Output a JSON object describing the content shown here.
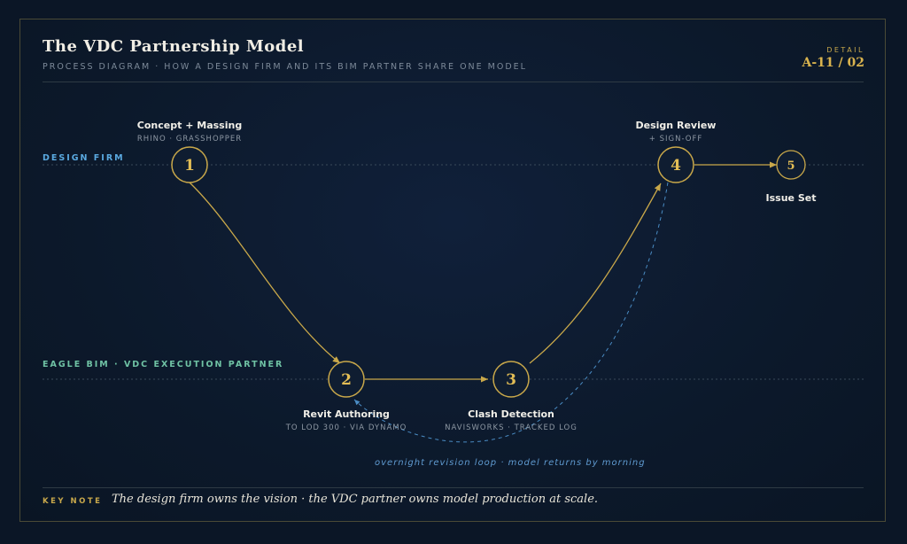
{
  "header": {
    "title": "The VDC Partnership Model",
    "subtitle": "PROCESS DIAGRAM · HOW A DESIGN FIRM AND ITS BIM PARTNER SHARE ONE MODEL",
    "detail_label": "DETAIL",
    "detail_code": "A-11 / 02"
  },
  "lanes": {
    "design_firm": "DESIGN FIRM",
    "partner": "EAGLE BIM · VDC EXECUTION PARTNER"
  },
  "nodes": [
    {
      "number": "1",
      "title": "Concept + Massing",
      "subtitle": "RHINO · GRASSHOPPER"
    },
    {
      "number": "2",
      "title": "Revit Authoring",
      "subtitle": "TO LOD 300 · VIA DYNAMO"
    },
    {
      "number": "3",
      "title": "Clash Detection",
      "subtitle": "NAVISWORKS · TRACKED LOG"
    },
    {
      "number": "4",
      "title": "Design Review",
      "subtitle": "+ SIGN-OFF"
    },
    {
      "number": "5",
      "title": "Issue Set",
      "subtitle": ""
    }
  ],
  "loop_note": "overnight revision loop · model returns by morning",
  "key_note": {
    "label": "KEY NOTE",
    "text": "The design firm owns the vision · the VDC partner owns model production at scale."
  },
  "colors": {
    "background": "#0b1626",
    "gold": "#c9a84a",
    "design_lane": "#5aa9e0",
    "partner_lane": "#6fc2a4",
    "loop": "#4a8cc4"
  }
}
